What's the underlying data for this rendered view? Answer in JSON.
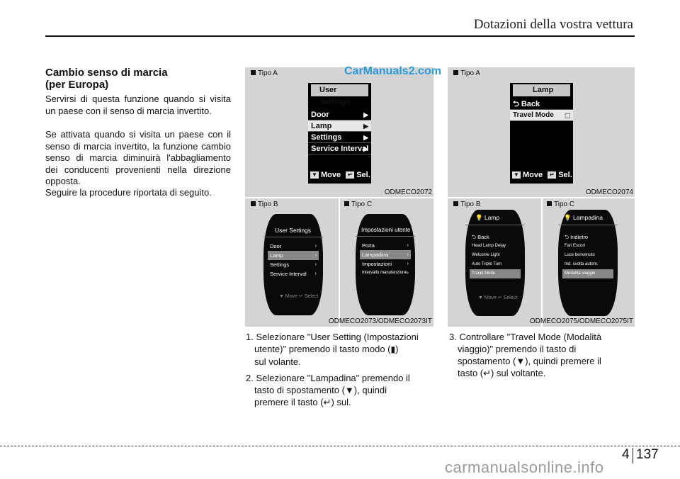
{
  "header": {
    "section_title": "Dotazioni della vostra vettura"
  },
  "section": {
    "title_line1": "Cambio senso di marcia",
    "title_line2": "(per Europa)",
    "paragraphs": [
      "Servirsi di questa funzione quando si visita un paese con il senso di marcia invertito.",
      "Se attivata quando si visita un paese con il senso di marcia invertito, la funzione cambio senso di marcia diminuirà l'abbagliamento dei conducenti provenienti nella direzione opposta.",
      "Seguire la procedure riportata di seguito."
    ]
  },
  "figure_left": {
    "type_a": "Tipo A",
    "type_b": "Tipo B",
    "type_c": "Tipo C",
    "code_top": "ODMECO2072",
    "code_bottom": "ODMECO2073/ODMECO2073IT",
    "screen_a": {
      "header": "User Settings",
      "items": [
        {
          "label": "Door",
          "arrow": "▶"
        },
        {
          "label": "Lamp",
          "arrow": "▶"
        },
        {
          "label": "Settings",
          "arrow": "▶"
        },
        {
          "label": "Service Interval",
          "arrow": "▶"
        }
      ],
      "move_icon": "▼",
      "move": "Move",
      "sel_icon": "↵",
      "sel": "Sel."
    },
    "screen_b": {
      "header": "User Settings",
      "items": [
        {
          "label": "Door",
          "arrow": "›"
        },
        {
          "label": "Lamp",
          "arrow": "›"
        },
        {
          "label": "Settings",
          "arrow": "›"
        },
        {
          "label": "Service Interval",
          "arrow": "›"
        }
      ],
      "footer": "▼ Move   ↵ Select"
    },
    "screen_c": {
      "header": "Impostazioni utente",
      "items": [
        {
          "label": "Porta",
          "arrow": "›"
        },
        {
          "label": "Lampadina",
          "arrow": "›"
        },
        {
          "label": "Impostazioni",
          "arrow": "›"
        },
        {
          "label": "Intervallo manutenzione",
          "arrow": "›"
        }
      ]
    }
  },
  "figure_right": {
    "type_a": "Tipo A",
    "type_b": "Tipo B",
    "type_c": "Tipo C",
    "code_top": "ODMECO2074",
    "code_bottom": "ODMECO2075/ODMECO2075IT",
    "screen_a": {
      "header": "Lamp",
      "back": "⮌ Back",
      "item": "Travel Mode",
      "checkbox": "□",
      "move_icon": "▼",
      "move": "Move",
      "sel_icon": "↵",
      "sel": "Sel."
    },
    "screen_b": {
      "header": "Lamp",
      "items": [
        "⮌ Back",
        "Head Lamp Delay",
        "Welcome Light",
        "Auto Triple Turn",
        "Travel Mode"
      ],
      "footer": "▼ Move   ↵ Select"
    },
    "screen_c": {
      "header": "Lampadina",
      "items": [
        "⮌ Indietro",
        "Fari Escort",
        "Luce benvenuto",
        "Ind. svolta autom.",
        "Modalità viaggio"
      ]
    }
  },
  "steps_left": {
    "s1_a": "1. Selezionare \"User Setting (Impostazioni",
    "s1_b": "utente)\" premendo il tasto modo (",
    "s1_b_icon": "▮",
    "s1_b_end": ")",
    "s1_c": "sul volante.",
    "s2_a": "2. Selezionare \"Lampadina\" premendo il",
    "s2_b": "tasto di spostamento (",
    "s2_b_icon": "▼",
    "s2_b_end": "), quindi",
    "s2_c": "premere il tasto (",
    "s2_c_icon": "↵",
    "s2_c_end": ") sul."
  },
  "steps_right": {
    "s3_a": "3. Controllare \"Travel Mode (Modalità",
    "s3_b": "viaggio)\" premendo il tasto di",
    "s3_c": "spostamento (",
    "s3_c_icon": "▼",
    "s3_c_end": "), quindi premere il",
    "s3_d": "tasto (",
    "s3_d_icon": "↵",
    "s3_d_end": ") sul voltante."
  },
  "page": {
    "chapter": "4",
    "number": "137"
  },
  "watermarks": {
    "top": "CarManuals2.com",
    "bottom": "carmanualsonline.info"
  }
}
